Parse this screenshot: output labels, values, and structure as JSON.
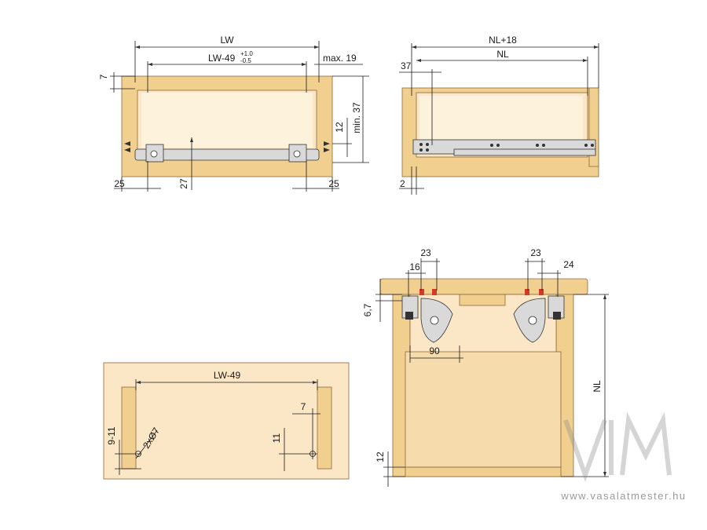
{
  "front_view": {
    "lw": "LW",
    "lw_49_tol": "LW-49",
    "tol_upper": "+1.0",
    "tol_lower": "-0.5",
    "max19": "max. 19",
    "dim7": "7",
    "min37": "min. 37",
    "dim12": "12",
    "dim27": "27",
    "dim25_left": "25",
    "dim25_right": "25"
  },
  "side_view": {
    "nl18": "NL+18",
    "nl": "NL",
    "dim37": "37",
    "dim2": "2"
  },
  "top_view": {
    "dim16": "16",
    "dim23_left": "23",
    "dim23_right": "23",
    "dim24": "24",
    "dim67": "6,7",
    "dim90": "90",
    "nl": "NL",
    "dim12": "12"
  },
  "back_view": {
    "lw49": "LW-49",
    "dim7": "7",
    "dim911": "9-11",
    "hole": "2xØ7",
    "dim11": "11"
  },
  "watermark": {
    "url": "www.vasalatmester.hu"
  }
}
